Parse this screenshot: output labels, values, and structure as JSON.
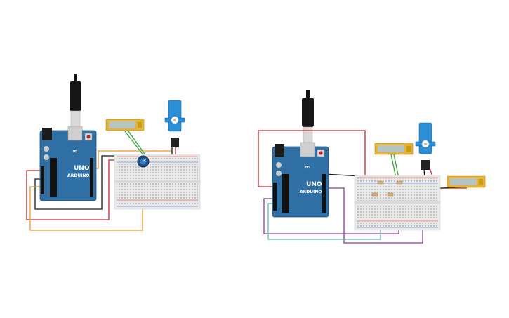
{
  "board": {
    "logo_text": "∞",
    "model_text": "UNO",
    "brand_text": "ARDUINO",
    "color": "#2f6fa3"
  },
  "colors": {
    "breadboard": "#e9e9e9",
    "wire_red": "#c8262b",
    "wire_black": "#1a1a1a",
    "wire_orange": "#e89a2b",
    "wire_green": "#3aa53a",
    "wire_purple": "#8a3a9a",
    "wire_teal": "#5fb7bf",
    "servo": "#2a8fd6",
    "lcd_frame": "#e6b432",
    "lcd_screen": "#b7c4c6"
  },
  "circuits": [
    {
      "id": "left-circuit",
      "label": ""
    },
    {
      "id": "right-circuit",
      "label": ""
    }
  ]
}
